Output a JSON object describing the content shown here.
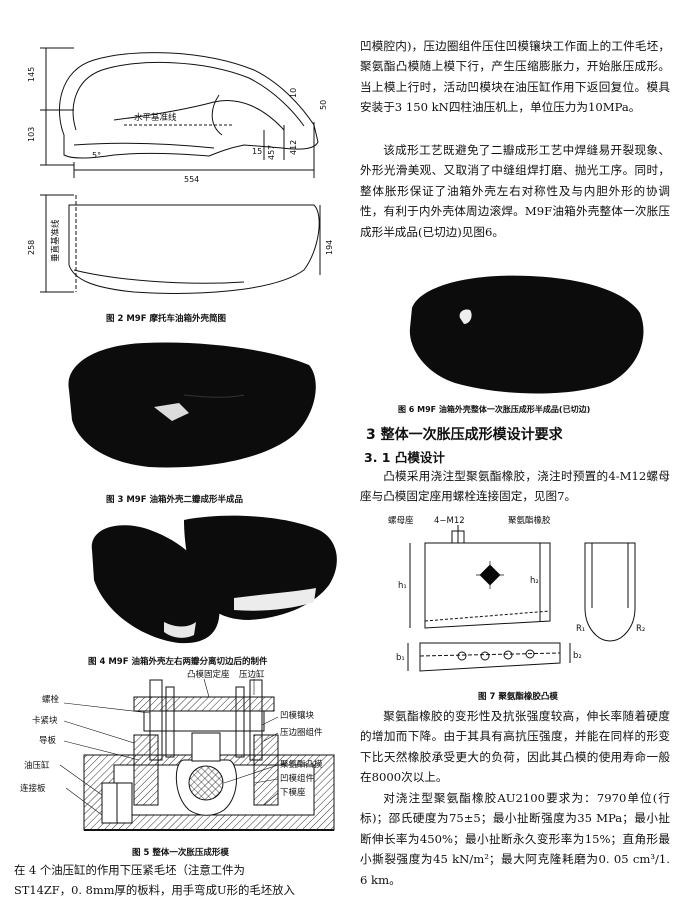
{
  "figures": {
    "fig2": {
      "caption": "图 2   M9F 摩托车油箱外壳简图",
      "dims": {
        "d145": "145",
        "d103": "103",
        "d5": "5°",
        "d554": "554",
        "d10": "10",
        "d50": "50",
        "d15": "15",
        "d457": "457",
        "d412": "412",
        "d258": "258",
        "d194": "194"
      },
      "labels": {
        "horizontal_ref": "水平基准线",
        "vertical_ref": "垂直基准线"
      }
    },
    "fig3": {
      "caption": "图 3   M9F 油箱外壳二瓣成形半成品"
    },
    "fig4": {
      "caption": "图 4   M9F 油箱外壳左右两瓣分离切边后的制件"
    },
    "fig5": {
      "caption": "图 5   整体一次胀压成形模",
      "labels": {
        "punch_fixing_seat": "凸模固定座",
        "press_cylinder": "压边缸",
        "bolt": "螺栓",
        "clamp_block": "卡紧块",
        "guide_plate": "导板",
        "oil_cylinder": "油压缸",
        "connecting_plate": "连接板",
        "die_insert": "凹模镶块",
        "blank_holder_ring": "压边圈组件",
        "pu_punch": "聚氨酯凸模",
        "upper_die_assembly": "凹模组件",
        "lower_die_seat": "下模座"
      }
    },
    "fig6": {
      "caption": "图 6   M9F 油箱外壳整体一次胀压成形半成品(已切边)"
    },
    "fig7": {
      "caption": "图 7   聚氨酯橡胶凸模",
      "labels": {
        "nut_seat": "螺母座",
        "bolt_spec": "4−M12",
        "pu_rubber": "聚氨酯橡胶",
        "h1": "h₁",
        "h2": "h₂",
        "b1": "b₁",
        "b2": "b₂",
        "R1": "R₁",
        "R2": "R₂"
      }
    }
  },
  "left_bottom_text": {
    "line1": "在 4 个油压缸的作用下压紧毛坯（注意工件为",
    "line2": "ST14ZF，0. 8mm厚的板料，用手弯成U形的毛坯放入"
  },
  "right_text": {
    "para1": "凹模腔内)，压边圈组件压住凹模镶块工作面上的工件毛坯，聚氨酯凸模随上模下行，产生压缩膨胀力，开始胀压成形。当上模上行时，活动凹模块在油压缸作用下返回复位。模具安装于3 150 kN四柱油压机上，单位压力为10MPa。",
    "para2": "该成形工艺既避免了二瓣成形工艺中焊缝易开裂现象、外形光滑美观、又取消了中缝组焊打磨、抛光工序。同时，整体胀形保证了油箱外壳左右对称性及与内胆外形的协调性，有利于内外壳体周边滚焊。M9F油箱外壳整体一次胀压成形半成品(已切边)见图6。",
    "section_heading": "3   整体一次胀压成形模设计要求",
    "subsection_heading": "3. 1   凸模设计",
    "para3": "凸模采用浇注型聚氨酯橡胶，浇注时预置的4-M12螺母座与凸模固定座用螺栓连接固定，见图7。",
    "para4": "聚氨酯橡胶的变形性及抗张强度较高，伸长率随着硬度的增加而下降。由于其具有高抗压强度，并能在同样的形变下比天然橡胶承受更大的负荷，因此其凸模的使用寿命一般在8000次以上。",
    "para5": "对浇注型聚氨酯橡胶AU2100要求为：7970单位(行标)；邵氏硬度为75±5；最小扯断强度为35 MPa；最小扯断伸长率为450%；最小扯断永久变形率为15%；直角形最小撕裂强度为45 kN/m²；最大阿克隆耗磨为0. 05 cm³/1. 6 km。"
  }
}
